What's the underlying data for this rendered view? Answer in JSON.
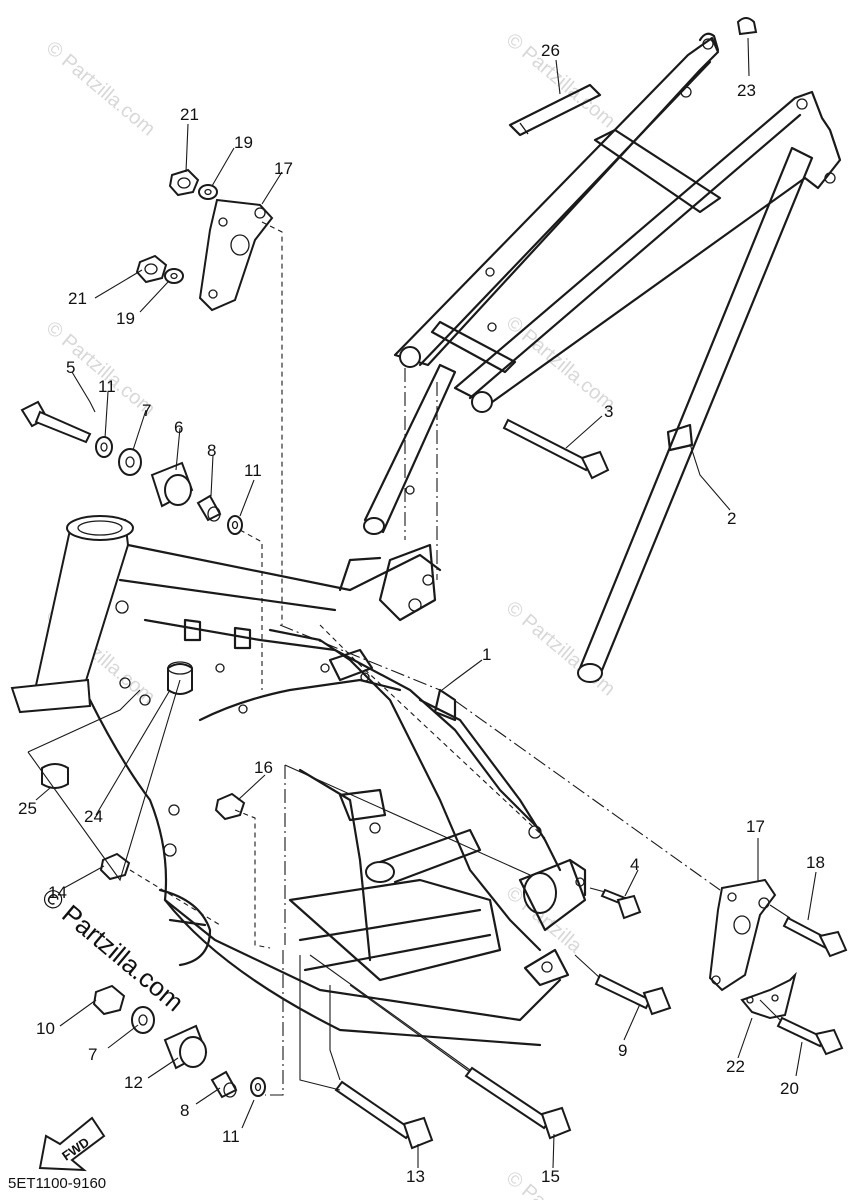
{
  "diagram": {
    "watermark": "© Partzilla.com",
    "watermark_short": "© Partzilla",
    "watermark_strong": "© Partzilla.com",
    "fwd_label": "FWD",
    "diagram_code": "5ET1100-9160",
    "callouts": {
      "p1": "1",
      "p2": "2",
      "p3": "3",
      "p4": "4",
      "p5": "5",
      "p6": "6",
      "p7a": "7",
      "p7b": "7",
      "p8a": "8",
      "p8b": "8",
      "p9": "9",
      "p10": "10",
      "p11a": "11",
      "p11b": "11",
      "p11c": "11",
      "p12": "12",
      "p13": "13",
      "p14": "14",
      "p15": "15",
      "p16": "16",
      "p17a": "17",
      "p17b": "17",
      "p18": "18",
      "p19a": "19",
      "p19b": "19",
      "p20": "20",
      "p21a": "21",
      "p21b": "21",
      "p22": "22",
      "p23": "23",
      "p24": "24",
      "p25": "25",
      "p26": "26"
    }
  }
}
